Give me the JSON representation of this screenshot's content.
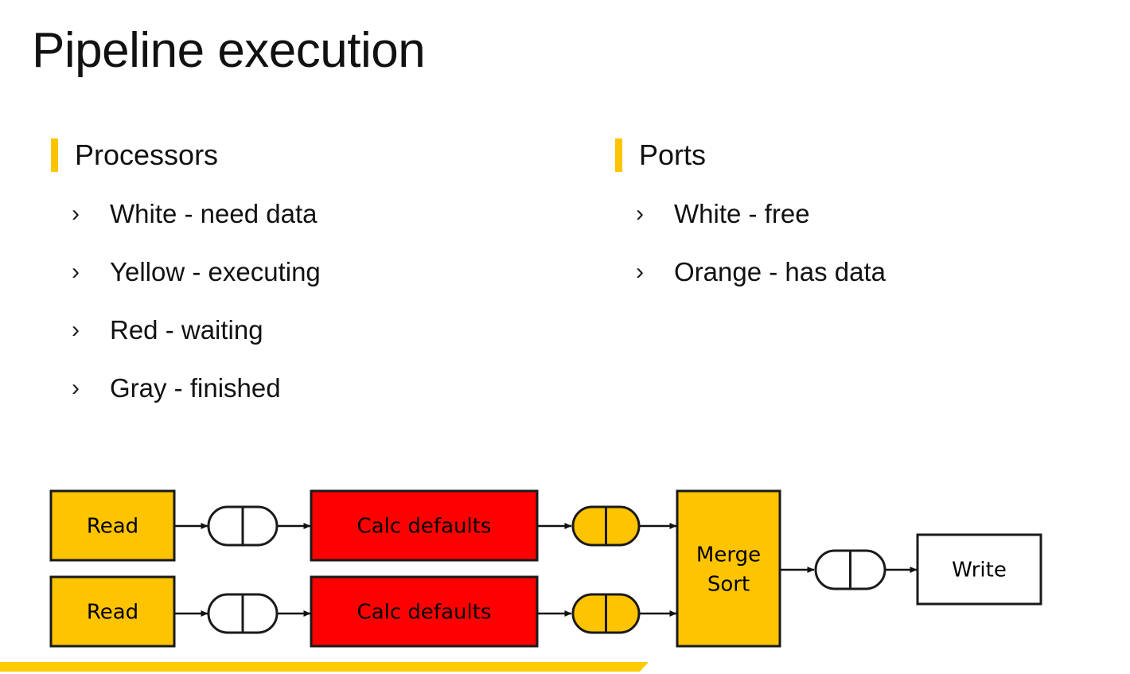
{
  "slide": {
    "title": "Pipeline execution",
    "accent_color": "#FFC400",
    "footer_bar_color": "#FFCC00",
    "background": "#FFFFFF"
  },
  "sections": [
    {
      "id": "processors",
      "title": "Processors",
      "bullet_marker": "›",
      "items": [
        {
          "marker": "›",
          "text": "White - need data"
        },
        {
          "marker": "›",
          "text": "Yellow - executing"
        },
        {
          "marker": "›",
          "text": "Red - waiting"
        },
        {
          "marker": "›",
          "text": "Gray - finished"
        }
      ]
    },
    {
      "id": "ports",
      "title": "Ports",
      "bullet_marker": "›",
      "items": [
        {
          "marker": "›",
          "text": "White - free"
        },
        {
          "marker": "›",
          "text": "Orange - has data"
        }
      ]
    }
  ],
  "diagram": {
    "colors": {
      "processor_executing": "#FFC400",
      "processor_waiting": "#FF0000",
      "processor_need_data": "#FFFFFF",
      "port_free": "#FFFFFF",
      "port_has_data": "#FFC400",
      "stroke": "#1A1A1A"
    },
    "processors": [
      {
        "id": "read-1",
        "label": "Read",
        "state": "executing"
      },
      {
        "id": "read-2",
        "label": "Read",
        "state": "executing"
      },
      {
        "id": "calc-1",
        "label": "Calc defaults",
        "state": "waiting"
      },
      {
        "id": "calc-2",
        "label": "Calc defaults",
        "state": "waiting"
      },
      {
        "id": "merge-sort",
        "label_line1": "Merge",
        "label_line2": "Sort",
        "state": "executing"
      },
      {
        "id": "write",
        "label": "Write",
        "state": "need-data"
      }
    ],
    "ports": [
      {
        "id": "port-read1-out",
        "state": "free"
      },
      {
        "id": "port-read2-out",
        "state": "free"
      },
      {
        "id": "port-calc1-out",
        "state": "has-data"
      },
      {
        "id": "port-calc2-out",
        "state": "has-data"
      },
      {
        "id": "port-merge-out",
        "state": "free"
      }
    ],
    "flow": "Read → port → Calc defaults → port → Merge Sort → port → Write"
  }
}
